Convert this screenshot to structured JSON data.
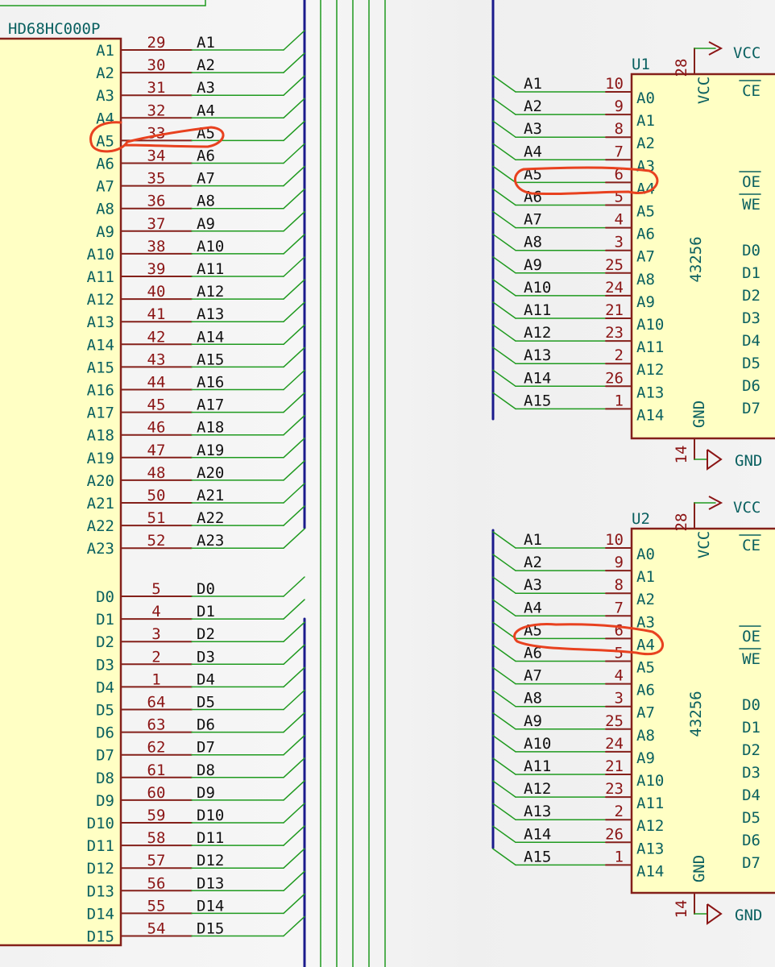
{
  "cpu": {
    "name": "HD68HC000P",
    "address": [
      {
        "pin": "A1",
        "num": "29",
        "net": "A1"
      },
      {
        "pin": "A2",
        "num": "30",
        "net": "A2"
      },
      {
        "pin": "A3",
        "num": "31",
        "net": "A3"
      },
      {
        "pin": "A4",
        "num": "32",
        "net": "A4"
      },
      {
        "pin": "A5",
        "num": "33",
        "net": "A5"
      },
      {
        "pin": "A6",
        "num": "34",
        "net": "A6"
      },
      {
        "pin": "A7",
        "num": "35",
        "net": "A7"
      },
      {
        "pin": "A8",
        "num": "36",
        "net": "A8"
      },
      {
        "pin": "A9",
        "num": "37",
        "net": "A9"
      },
      {
        "pin": "A10",
        "num": "38",
        "net": "A10"
      },
      {
        "pin": "A11",
        "num": "39",
        "net": "A11"
      },
      {
        "pin": "A12",
        "num": "40",
        "net": "A12"
      },
      {
        "pin": "A13",
        "num": "41",
        "net": "A13"
      },
      {
        "pin": "A14",
        "num": "42",
        "net": "A14"
      },
      {
        "pin": "A15",
        "num": "43",
        "net": "A15"
      },
      {
        "pin": "A16",
        "num": "44",
        "net": "A16"
      },
      {
        "pin": "A17",
        "num": "45",
        "net": "A17"
      },
      {
        "pin": "A18",
        "num": "46",
        "net": "A18"
      },
      {
        "pin": "A19",
        "num": "47",
        "net": "A19"
      },
      {
        "pin": "A20",
        "num": "48",
        "net": "A20"
      },
      {
        "pin": "A21",
        "num": "50",
        "net": "A21"
      },
      {
        "pin": "A22",
        "num": "51",
        "net": "A22"
      },
      {
        "pin": "A23",
        "num": "52",
        "net": "A23"
      }
    ],
    "data": [
      {
        "pin": "D0",
        "num": "5",
        "net": "D0"
      },
      {
        "pin": "D1",
        "num": "4",
        "net": "D1"
      },
      {
        "pin": "D2",
        "num": "3",
        "net": "D2"
      },
      {
        "pin": "D3",
        "num": "2",
        "net": "D3"
      },
      {
        "pin": "D4",
        "num": "1",
        "net": "D4"
      },
      {
        "pin": "D5",
        "num": "64",
        "net": "D5"
      },
      {
        "pin": "D6",
        "num": "63",
        "net": "D6"
      },
      {
        "pin": "D7",
        "num": "62",
        "net": "D7"
      },
      {
        "pin": "D8",
        "num": "61",
        "net": "D8"
      },
      {
        "pin": "D9",
        "num": "60",
        "net": "D9"
      },
      {
        "pin": "D10",
        "num": "59",
        "net": "D10"
      },
      {
        "pin": "D11",
        "num": "58",
        "net": "D11"
      },
      {
        "pin": "D12",
        "num": "57",
        "net": "D12"
      },
      {
        "pin": "D13",
        "num": "56",
        "net": "D13"
      },
      {
        "pin": "D14",
        "num": "55",
        "net": "D14"
      },
      {
        "pin": "D15",
        "num": "54",
        "net": "D15"
      }
    ]
  },
  "ram_chips": [
    {
      "ref": "U1",
      "value": "43256",
      "vcc_pin": "28",
      "vcc_label": "VCC",
      "gnd_pin": "14",
      "gnd_label": "GND",
      "vcc_name": "VCC",
      "gnd_name": "GND",
      "right_pins": [
        "CE",
        "OE",
        "WE",
        "D0",
        "D1",
        "D2",
        "D3",
        "D4",
        "D5",
        "D6",
        "D7"
      ],
      "address": [
        {
          "net": "A1",
          "num": "10",
          "pin": "A0"
        },
        {
          "net": "A2",
          "num": "9",
          "pin": "A1"
        },
        {
          "net": "A3",
          "num": "8",
          "pin": "A2"
        },
        {
          "net": "A4",
          "num": "7",
          "pin": "A3"
        },
        {
          "net": "A5",
          "num": "6",
          "pin": "A4"
        },
        {
          "net": "A6",
          "num": "5",
          "pin": "A5"
        },
        {
          "net": "A7",
          "num": "4",
          "pin": "A6"
        },
        {
          "net": "A8",
          "num": "3",
          "pin": "A7"
        },
        {
          "net": "A9",
          "num": "25",
          "pin": "A8"
        },
        {
          "net": "A10",
          "num": "24",
          "pin": "A9"
        },
        {
          "net": "A11",
          "num": "21",
          "pin": "A10"
        },
        {
          "net": "A12",
          "num": "23",
          "pin": "A11"
        },
        {
          "net": "A13",
          "num": "2",
          "pin": "A12"
        },
        {
          "net": "A14",
          "num": "26",
          "pin": "A13"
        },
        {
          "net": "A15",
          "num": "1",
          "pin": "A14"
        }
      ]
    },
    {
      "ref": "U2",
      "value": "43256",
      "vcc_pin": "28",
      "vcc_label": "VCC",
      "gnd_pin": "14",
      "gnd_label": "GND",
      "vcc_name": "VCC",
      "gnd_name": "GND",
      "right_pins": [
        "CE",
        "OE",
        "WE",
        "D0",
        "D1",
        "D2",
        "D3",
        "D4",
        "D5",
        "D6",
        "D7"
      ],
      "address": [
        {
          "net": "A1",
          "num": "10",
          "pin": "A0"
        },
        {
          "net": "A2",
          "num": "9",
          "pin": "A1"
        },
        {
          "net": "A3",
          "num": "8",
          "pin": "A2"
        },
        {
          "net": "A4",
          "num": "7",
          "pin": "A3"
        },
        {
          "net": "A5",
          "num": "6",
          "pin": "A4"
        },
        {
          "net": "A6",
          "num": "5",
          "pin": "A5"
        },
        {
          "net": "A7",
          "num": "4",
          "pin": "A6"
        },
        {
          "net": "A8",
          "num": "3",
          "pin": "A7"
        },
        {
          "net": "A9",
          "num": "25",
          "pin": "A8"
        },
        {
          "net": "A10",
          "num": "24",
          "pin": "A9"
        },
        {
          "net": "A11",
          "num": "21",
          "pin": "A10"
        },
        {
          "net": "A12",
          "num": "23",
          "pin": "A11"
        },
        {
          "net": "A13",
          "num": "2",
          "pin": "A12"
        },
        {
          "net": "A14",
          "num": "26",
          "pin": "A13"
        },
        {
          "net": "A15",
          "num": "1",
          "pin": "A14"
        }
      ]
    }
  ],
  "colors": {
    "body_fill": "#ffffc4",
    "outline": "#84201a",
    "wire": "#1f9a1f",
    "bus": "#1a1a8c",
    "pin_number": "#8b1515",
    "pin_name": "#0a6060",
    "highlight": "#e8411f"
  }
}
